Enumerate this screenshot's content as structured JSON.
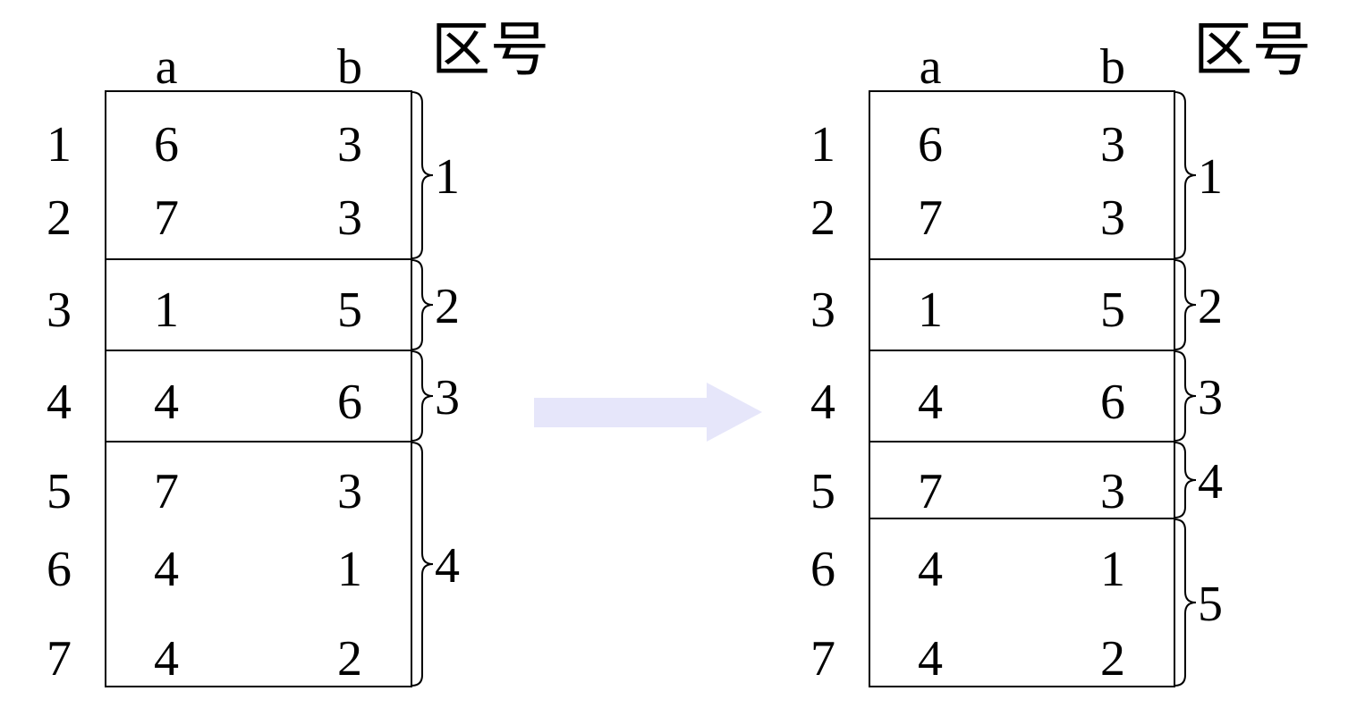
{
  "zone_header": "区号",
  "columns": [
    "a",
    "b"
  ],
  "rows": [
    {
      "index": "1",
      "a": "6",
      "b": "3"
    },
    {
      "index": "2",
      "a": "7",
      "b": "3"
    },
    {
      "index": "3",
      "a": "1",
      "b": "5"
    },
    {
      "index": "4",
      "a": "4",
      "b": "6"
    },
    {
      "index": "5",
      "a": "7",
      "b": "3"
    },
    {
      "index": "6",
      "a": "4",
      "b": "1"
    },
    {
      "index": "7",
      "a": "4",
      "b": "2"
    }
  ],
  "tables": [
    {
      "zones": [
        {
          "label": "1",
          "first_row": 1,
          "last_row": 2
        },
        {
          "label": "2",
          "first_row": 3,
          "last_row": 3
        },
        {
          "label": "3",
          "first_row": 4,
          "last_row": 4
        },
        {
          "label": "4",
          "first_row": 5,
          "last_row": 7
        }
      ]
    },
    {
      "zones": [
        {
          "label": "1",
          "first_row": 1,
          "last_row": 2
        },
        {
          "label": "2",
          "first_row": 3,
          "last_row": 3
        },
        {
          "label": "3",
          "first_row": 4,
          "last_row": 4
        },
        {
          "label": "4",
          "first_row": 5,
          "last_row": 5
        },
        {
          "label": "5",
          "first_row": 6,
          "last_row": 7
        }
      ]
    }
  ],
  "colors": {
    "arrow": "#e6e6fa",
    "ink": "#000000"
  },
  "icons": {
    "transition": "right-arrow-icon"
  }
}
